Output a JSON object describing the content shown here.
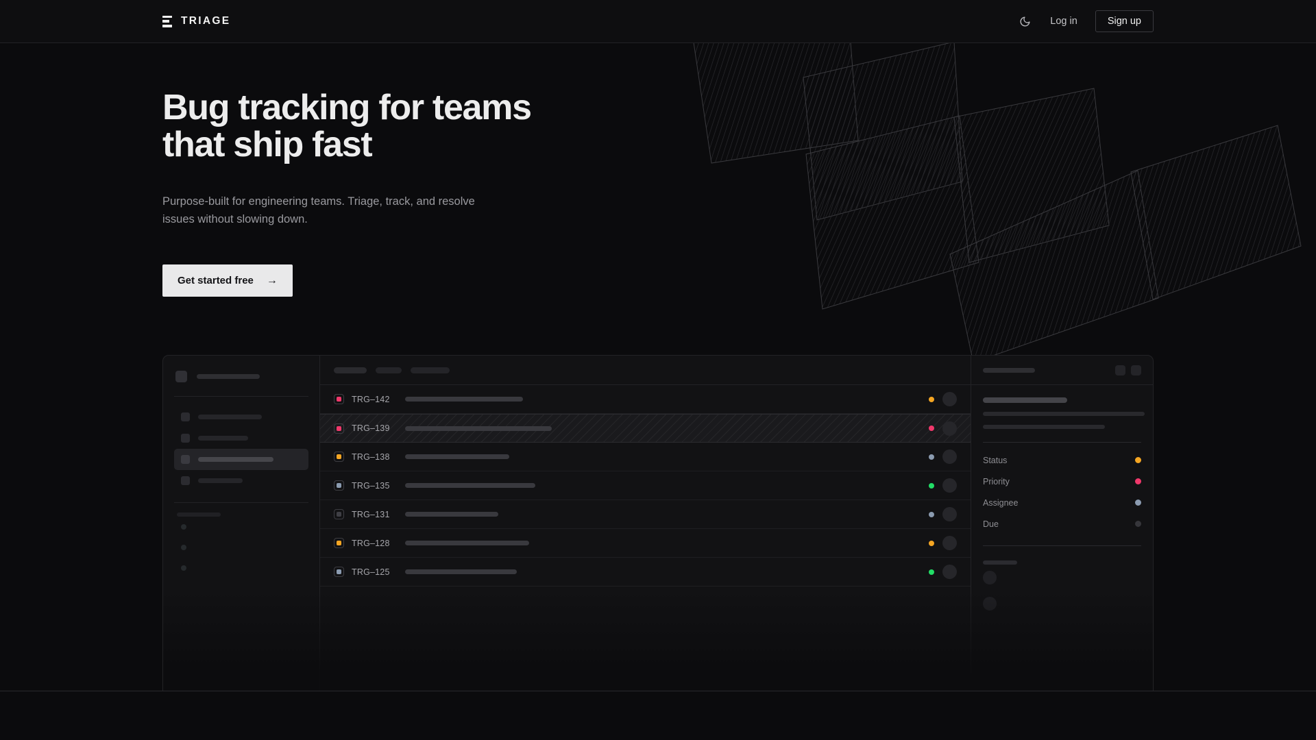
{
  "header": {
    "brand_name": "TRIAGE",
    "brand_mark": "triple-bar-logo",
    "theme_toggle": "moon-icon",
    "login_label": "Log in",
    "signup_label": "Sign up"
  },
  "hero": {
    "title_line1": "Bug tracking for teams",
    "title_line2": "that ship fast",
    "subtitle": "Purpose-built for engineering teams. Triage, track, and resolve issues without slowing down.",
    "cta_label": "Get started free",
    "cta_arrow": "→"
  },
  "colors": {
    "page_bg": "#0b0b0d",
    "header_bg": "#0e0e10",
    "panel_bg": "#121214",
    "border": "#232326",
    "accent_text": "#ededed",
    "muted_text": "#9a9a9f",
    "cta_bg": "#e9e9ea",
    "status_orange": "#f5a623",
    "status_pink": "#f0386b",
    "status_green": "#22dd66",
    "status_slate": "#8b9bb0",
    "status_muted": "#3a3a3f"
  },
  "mockup": {
    "sidebar": {
      "nav_items": [
        {
          "name": "nav-item-1",
          "active": false,
          "width": 93
        },
        {
          "name": "nav-item-2",
          "active": false,
          "width": 73
        },
        {
          "name": "nav-item-3",
          "active": true,
          "width": 110
        },
        {
          "name": "nav-item-4",
          "active": false,
          "width": 65
        }
      ],
      "workspace_bar_width": 75,
      "mini_items": 3
    },
    "list": {
      "toolbar_pills": 3,
      "rows": [
        {
          "id": "TRG–142",
          "badge_color": "#f0386b",
          "title_width": 172,
          "status_color": "#f5a623",
          "hatched": false
        },
        {
          "id": "TRG–139",
          "badge_color": "#f0386b",
          "title_width": 214,
          "status_color": "#f0386b",
          "hatched": true
        },
        {
          "id": "TRG–138",
          "badge_color": "#f5a623",
          "title_width": 152,
          "status_color": "#8b9bb0",
          "hatched": false
        },
        {
          "id": "TRG–135",
          "badge_color": "#8b9bb0",
          "title_width": 190,
          "status_color": "#22dd66",
          "hatched": false
        },
        {
          "id": "TRG–131",
          "badge_color": "#3f3f45",
          "title_width": 136,
          "status_color": "#8b9bb0",
          "hatched": false
        },
        {
          "id": "TRG–128",
          "badge_color": "#f5a623",
          "title_width": 181,
          "status_color": "#f5a623",
          "hatched": false
        },
        {
          "id": "TRG–125",
          "badge_color": "#8b9bb0",
          "title_width": 163,
          "status_color": "#22dd66",
          "hatched": false
        }
      ]
    },
    "detail": {
      "header_actions": 2,
      "fields": [
        {
          "label": "Status",
          "dot_color": "#f5a623"
        },
        {
          "label": "Priority",
          "dot_color": "#f0386b"
        },
        {
          "label": "Assignee",
          "dot_color": "#8b9bb0"
        },
        {
          "label": "Due",
          "dot_color": "#36363b"
        }
      ],
      "activity_avatars": 2
    }
  }
}
